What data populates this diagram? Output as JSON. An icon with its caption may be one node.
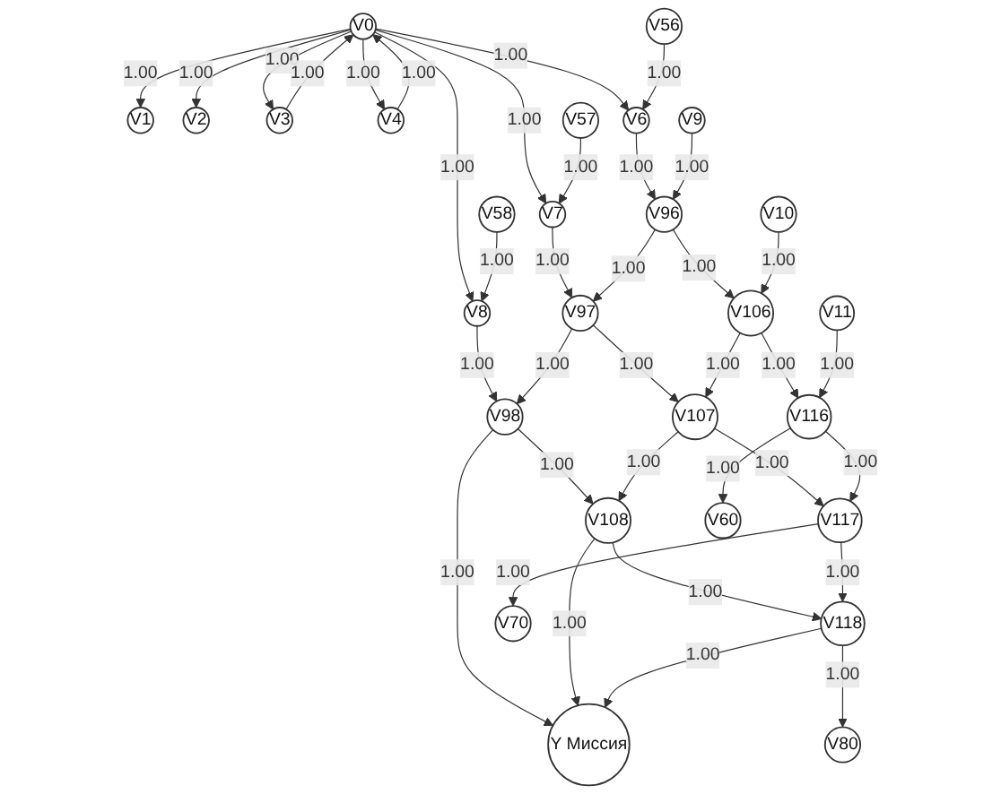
{
  "diagram": {
    "nodes": [
      {
        "text": [
          "V0"
        ]
      },
      {
        "text": [
          "V1"
        ]
      },
      {
        "text": [
          "V2"
        ]
      },
      {
        "text": [
          "V3"
        ]
      },
      {
        "text": [
          "V4"
        ]
      },
      {
        "text": [
          "V56"
        ]
      },
      {
        "text": [
          "V6"
        ]
      },
      {
        "text": [
          "V57"
        ]
      },
      {
        "text": [
          "V7"
        ]
      },
      {
        "text": [
          "V58"
        ]
      },
      {
        "text": [
          "V8"
        ]
      },
      {
        "text": [
          "V9"
        ]
      },
      {
        "text": [
          "V96"
        ]
      },
      {
        "text": [
          "V97"
        ]
      },
      {
        "text": [
          "V98"
        ]
      },
      {
        "text": [
          "V10"
        ]
      },
      {
        "text": [
          "V106"
        ]
      },
      {
        "text": [
          "V107"
        ]
      },
      {
        "text": [
          "V108"
        ]
      },
      {
        "text": [
          "Y Миссия"
        ]
      },
      {
        "text": [
          "V11"
        ]
      },
      {
        "text": [
          "V116"
        ]
      },
      {
        "text": [
          "V117"
        ]
      },
      {
        "text": [
          "V118"
        ]
      },
      {
        "text": [
          "V60"
        ]
      },
      {
        "text": [
          "V70"
        ]
      },
      {
        "text": [
          "V80"
        ]
      }
    ],
    "edges": [
      {
        "from": 0,
        "to": 1,
        "arrow": "to",
        "label": "1.00"
      },
      {
        "from": 0,
        "to": 2,
        "arrow": "to",
        "label": "1.00"
      },
      {
        "from": 0,
        "to": 3,
        "arrow": "to",
        "label": "1.00"
      },
      {
        "from": 3,
        "to": 0,
        "arrow": "to",
        "label": "1.00"
      },
      {
        "from": 0,
        "to": 4,
        "arrow": "to",
        "label": "1.00"
      },
      {
        "from": 4,
        "to": 0,
        "arrow": "to",
        "label": "1.00"
      },
      {
        "from": 0,
        "to": 6,
        "arrow": "to",
        "label": "1.00"
      },
      {
        "from": 0,
        "to": 8,
        "arrow": "to",
        "label": "1.00"
      },
      {
        "from": 0,
        "to": 10,
        "arrow": "to",
        "label": "1.00"
      },
      {
        "from": 5,
        "to": 6,
        "arrow": "to",
        "label": "1.00"
      },
      {
        "from": 7,
        "to": 8,
        "arrow": "to",
        "label": "1.00"
      },
      {
        "from": 9,
        "to": 10,
        "arrow": "to",
        "label": "1.00"
      },
      {
        "from": 6,
        "to": 12,
        "arrow": "to",
        "label": "1.00"
      },
      {
        "from": 8,
        "to": 13,
        "arrow": "to",
        "label": "1.00"
      },
      {
        "from": 10,
        "to": 14,
        "arrow": "to",
        "label": "1.00"
      },
      {
        "from": 11,
        "to": 12,
        "arrow": "to",
        "label": "1.00"
      },
      {
        "from": 12,
        "to": 13,
        "arrow": "to",
        "label": "1.00"
      },
      {
        "from": 13,
        "to": 14,
        "arrow": "to",
        "label": "1.00"
      },
      {
        "from": 14,
        "to": 19,
        "arrow": "to",
        "label": "1.00"
      },
      {
        "from": 12,
        "to": 16,
        "arrow": "to",
        "label": "1.00"
      },
      {
        "from": 13,
        "to": 17,
        "arrow": "to",
        "label": "1.00"
      },
      {
        "from": 14,
        "to": 18,
        "arrow": "to",
        "label": "1.00"
      },
      {
        "from": 15,
        "to": 16,
        "arrow": "to",
        "label": "1.00"
      },
      {
        "from": 16,
        "to": 17,
        "arrow": "to",
        "label": "1.00"
      },
      {
        "from": 17,
        "to": 18,
        "arrow": "to",
        "label": "1.00"
      },
      {
        "from": 18,
        "to": 19,
        "arrow": "to",
        "label": "1.00"
      },
      {
        "from": 16,
        "to": 21,
        "arrow": "to",
        "label": "1.00"
      },
      {
        "from": 17,
        "to": 22,
        "arrow": "to",
        "label": "1.00"
      },
      {
        "from": 18,
        "to": 23,
        "arrow": "to",
        "label": "1.00"
      },
      {
        "from": 20,
        "to": 21,
        "arrow": "to",
        "label": "1.00"
      },
      {
        "from": 21,
        "to": 22,
        "arrow": "to",
        "label": "1.00"
      },
      {
        "from": 22,
        "to": 23,
        "arrow": "to",
        "label": "1.00"
      },
      {
        "from": 23,
        "to": 19,
        "arrow": "to",
        "label": "1.00"
      },
      {
        "from": 21,
        "to": 24,
        "arrow": "to",
        "label": "1.00"
      },
      {
        "from": 22,
        "to": 25,
        "arrow": "to",
        "label": "1.00"
      },
      {
        "from": 23,
        "to": 26,
        "arrow": "to",
        "label": "1.00"
      }
    ]
  }
}
